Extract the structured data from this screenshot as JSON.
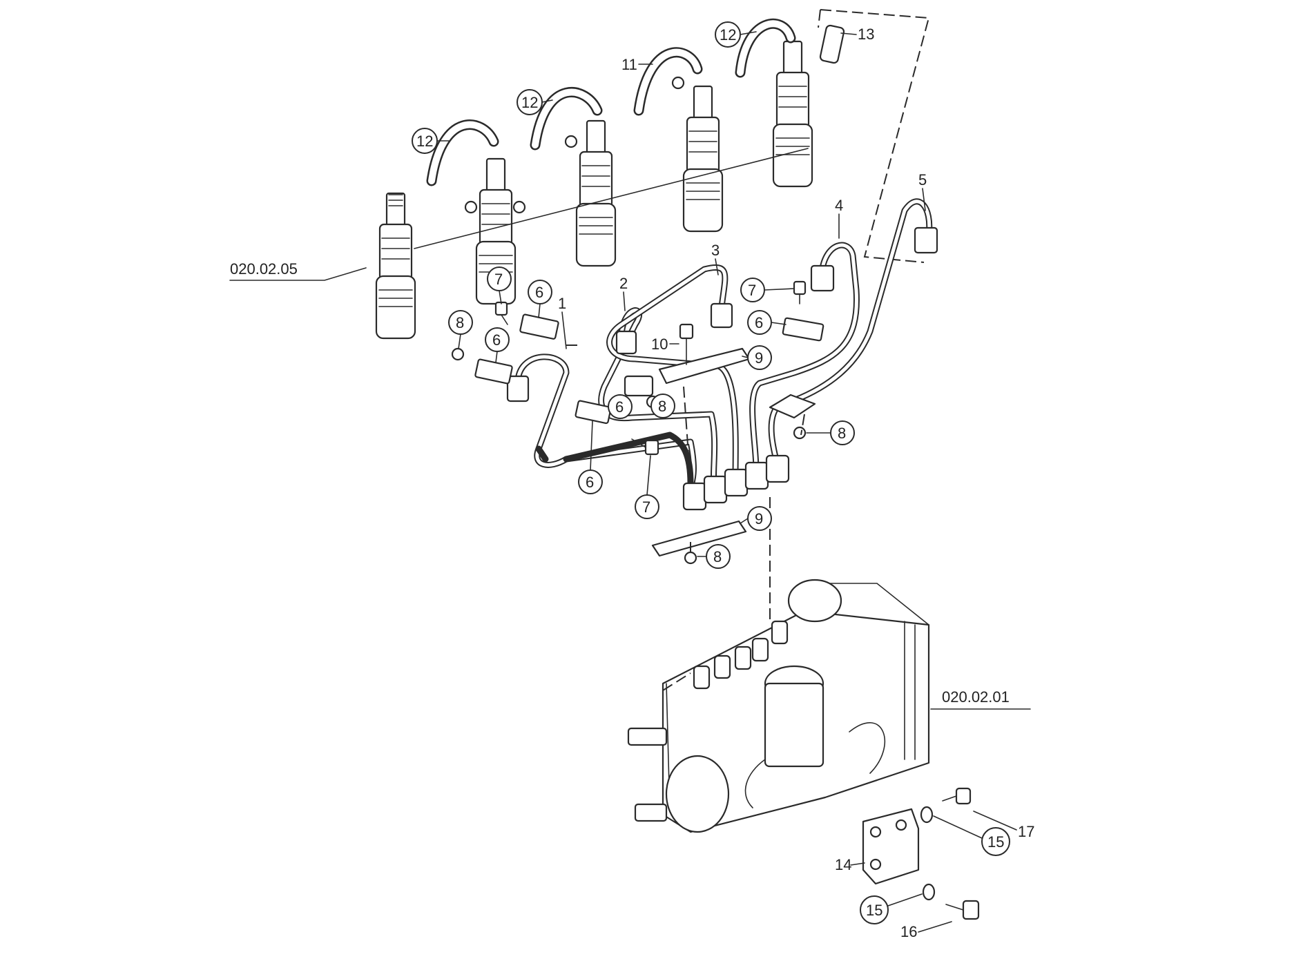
{
  "refs": {
    "injector_assembly": "020.02.05",
    "injection_pump": "020.02.01"
  },
  "callouts": {
    "c1": "1",
    "c2": "2",
    "c3": "3",
    "c4": "4",
    "c5": "5",
    "c6": "6",
    "c7": "7",
    "c8": "8",
    "c9": "9",
    "c10": "10",
    "c11": "11",
    "c12": "12",
    "c13": "13",
    "c14": "14",
    "c15": "15",
    "c16": "16",
    "c17": "17"
  },
  "icons": {
    "injector": "fuel-injector-icon",
    "pump": "injection-pump-icon",
    "pipe": "fuel-pipe-icon",
    "clamp": "clamp-icon",
    "bolt": "bolt-icon",
    "nut": "nut-icon"
  }
}
